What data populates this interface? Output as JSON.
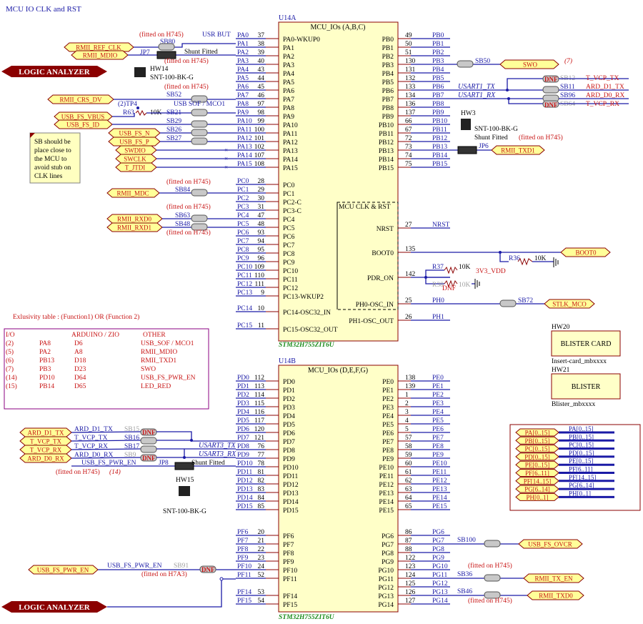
{
  "title": "MCU IO CLK and RST",
  "u14a": {
    "ref": "U14A",
    "name": "MCU_IOs (A,B,C)",
    "part": "STM32H755ZIT6U",
    "clk_rst_label": "MCU CLK & RST",
    "left_pins": [
      {
        "pin": "37",
        "name": "PA0-WKUP0",
        "net": "PA0"
      },
      {
        "pin": "38",
        "name": "PA1",
        "net": "PA1"
      },
      {
        "pin": "39",
        "name": "PA2",
        "net": "PA2"
      },
      {
        "pin": "40",
        "name": "PA3",
        "net": "PA3"
      },
      {
        "pin": "43",
        "name": "PA4",
        "net": "PA4"
      },
      {
        "pin": "44",
        "name": "PA5",
        "net": "PA5"
      },
      {
        "pin": "45",
        "name": "PA6",
        "net": "PA6"
      },
      {
        "pin": "46",
        "name": "PA7",
        "net": "PA7"
      },
      {
        "pin": "97",
        "name": "PA8",
        "net": "PA8"
      },
      {
        "pin": "98",
        "name": "PA9",
        "net": "PA9"
      },
      {
        "pin": "99",
        "name": "PA10",
        "net": "PA10"
      },
      {
        "pin": "100",
        "name": "PA11",
        "net": "PA11"
      },
      {
        "pin": "101",
        "name": "PA12",
        "net": "PA12"
      },
      {
        "pin": "102",
        "name": "PA13",
        "net": "PA13"
      },
      {
        "pin": "107",
        "name": "PA14",
        "net": "PA14"
      },
      {
        "pin": "108",
        "name": "PA15",
        "net": "PA15"
      },
      {
        "pin": "28",
        "name": "PC0",
        "net": "PC0"
      },
      {
        "pin": "29",
        "name": "PC1",
        "net": "PC1"
      },
      {
        "pin": "30",
        "name": "PC2-C",
        "net": "PC2"
      },
      {
        "pin": "31",
        "name": "PC3-C",
        "net": "PC3"
      },
      {
        "pin": "47",
        "name": "PC4",
        "net": "PC4"
      },
      {
        "pin": "48",
        "name": "PC5",
        "net": "PC5"
      },
      {
        "pin": "93",
        "name": "PC6",
        "net": "PC6"
      },
      {
        "pin": "94",
        "name": "PC7",
        "net": "PC7"
      },
      {
        "pin": "95",
        "name": "PC8",
        "net": "PC8"
      },
      {
        "pin": "96",
        "name": "PC9",
        "net": "PC9"
      },
      {
        "pin": "109",
        "name": "PC10",
        "net": "PC10"
      },
      {
        "pin": "110",
        "name": "PC11",
        "net": "PC11"
      },
      {
        "pin": "111",
        "name": "PC12",
        "net": "PC12"
      },
      {
        "pin": "9",
        "name": "PC13-WKUP2",
        "net": "PC13"
      },
      {
        "pin": "10",
        "name": "PC14-OSC32_IN",
        "net": "PC14"
      },
      {
        "pin": "11",
        "name": "PC15-OSC32_OUT",
        "net": "PC15"
      }
    ],
    "right_pins": [
      {
        "pin": "49",
        "name": "PB0",
        "net": "PB0"
      },
      {
        "pin": "50",
        "name": "PB1",
        "net": "PB1"
      },
      {
        "pin": "51",
        "name": "PB2",
        "net": "PB2"
      },
      {
        "pin": "130",
        "name": "PB3",
        "net": "PB3"
      },
      {
        "pin": "131",
        "name": "PB4",
        "net": "PB4"
      },
      {
        "pin": "132",
        "name": "PB5",
        "net": "PB5"
      },
      {
        "pin": "133",
        "name": "PB6",
        "net": "PB6"
      },
      {
        "pin": "134",
        "name": "PB7",
        "net": "PB7"
      },
      {
        "pin": "136",
        "name": "PB8",
        "net": "PB8"
      },
      {
        "pin": "137",
        "name": "PB9",
        "net": "PB9"
      },
      {
        "pin": "66",
        "name": "PB10",
        "net": "PB10"
      },
      {
        "pin": "67",
        "name": "PB11",
        "net": "PB11"
      },
      {
        "pin": "72",
        "name": "PB12",
        "net": "PB12"
      },
      {
        "pin": "73",
        "name": "PB13",
        "net": "PB13"
      },
      {
        "pin": "74",
        "name": "PB14",
        "net": "PB14"
      },
      {
        "pin": "75",
        "name": "PB15",
        "net": "PB15"
      },
      {
        "pin": "27",
        "name": "NRST",
        "net": "NRST"
      },
      {
        "pin": "135",
        "name": "BOOT0",
        "net": ""
      },
      {
        "pin": "142",
        "name": "PDR_ON",
        "net": ""
      },
      {
        "pin": "25",
        "name": "PH0-OSC_IN",
        "net": "PH0"
      },
      {
        "pin": "26",
        "name": "PH1-OSC_OUT",
        "net": "PH1"
      }
    ]
  },
  "u14b": {
    "ref": "U14B",
    "name": "MCU_IOs (D,E,F,G)",
    "part": "STM32H755ZIT6U",
    "left_pins": [
      {
        "pin": "112",
        "name": "PD0",
        "net": "PD0"
      },
      {
        "pin": "113",
        "name": "PD1",
        "net": "PD1"
      },
      {
        "pin": "114",
        "name": "PD2",
        "net": "PD2"
      },
      {
        "pin": "115",
        "name": "PD3",
        "net": "PD3"
      },
      {
        "pin": "116",
        "name": "PD4",
        "net": "PD4"
      },
      {
        "pin": "117",
        "name": "PD5",
        "net": "PD5"
      },
      {
        "pin": "120",
        "name": "PD6",
        "net": "PD6"
      },
      {
        "pin": "121",
        "name": "PD7",
        "net": "PD7"
      },
      {
        "pin": "76",
        "name": "PD8",
        "net": "PD8"
      },
      {
        "pin": "77",
        "name": "PD9",
        "net": "PD9"
      },
      {
        "pin": "78",
        "name": "PD10",
        "net": "PD10"
      },
      {
        "pin": "81",
        "name": "PD11",
        "net": "PD11"
      },
      {
        "pin": "82",
        "name": "PD12",
        "net": "PD12"
      },
      {
        "pin": "83",
        "name": "PD13",
        "net": "PD13"
      },
      {
        "pin": "84",
        "name": "PD14",
        "net": "PD14"
      },
      {
        "pin": "85",
        "name": "PD15",
        "net": "PD15"
      },
      {
        "pin": "20",
        "name": "PF6",
        "net": "PF6"
      },
      {
        "pin": "21",
        "name": "PF7",
        "net": "PF7"
      },
      {
        "pin": "22",
        "name": "PF8",
        "net": "PF8"
      },
      {
        "pin": "23",
        "name": "PF9",
        "net": "PF9"
      },
      {
        "pin": "24",
        "name": "PF10",
        "net": "PF10"
      },
      {
        "pin": "52",
        "name": "PF11",
        "net": "PF11"
      },
      {
        "pin": "53",
        "name": "PF14",
        "net": "PF14"
      },
      {
        "pin": "54",
        "name": "PF15",
        "net": "PF15"
      }
    ],
    "right_pins": [
      {
        "pin": "138",
        "name": "PE0",
        "net": "PE0"
      },
      {
        "pin": "139",
        "name": "PE1",
        "net": "PE1"
      },
      {
        "pin": "1",
        "name": "PE2",
        "net": "PE2"
      },
      {
        "pin": "2",
        "name": "PE3",
        "net": "PE3"
      },
      {
        "pin": "3",
        "name": "PE4",
        "net": "PE4"
      },
      {
        "pin": "4",
        "name": "PE5",
        "net": "PE5"
      },
      {
        "pin": "5",
        "name": "PE6",
        "net": "PE6"
      },
      {
        "pin": "57",
        "name": "PE7",
        "net": "PE7"
      },
      {
        "pin": "58",
        "name": "PE8",
        "net": "PE8"
      },
      {
        "pin": "59",
        "name": "PE9",
        "net": "PE9"
      },
      {
        "pin": "60",
        "name": "PE10",
        "net": "PE10"
      },
      {
        "pin": "61",
        "name": "PE11",
        "net": "PE11"
      },
      {
        "pin": "62",
        "name": "PE12",
        "net": "PE12"
      },
      {
        "pin": "63",
        "name": "PE13",
        "net": "PE13"
      },
      {
        "pin": "64",
        "name": "PE14",
        "net": "PE14"
      },
      {
        "pin": "65",
        "name": "PE15",
        "net": "PE15"
      },
      {
        "pin": "86",
        "name": "PG6",
        "net": "PG6"
      },
      {
        "pin": "87",
        "name": "PG7",
        "net": "PG7"
      },
      {
        "pin": "88",
        "name": "PG8",
        "net": "PG8"
      },
      {
        "pin": "122",
        "name": "PG9",
        "net": "PG9"
      },
      {
        "pin": "123",
        "name": "PG10",
        "net": "PG10"
      },
      {
        "pin": "124",
        "name": "PG11",
        "net": "PG11"
      },
      {
        "pin": "125",
        "name": "PG12",
        "net": "PG12"
      },
      {
        "pin": "126",
        "name": "PG13",
        "net": "PG13"
      },
      {
        "pin": "127",
        "name": "PG14",
        "net": "PG14"
      }
    ]
  },
  "top_left": {
    "fitted_h745_1": "(fitted on H745)",
    "usr_but": "USR BUT",
    "sb80": "SB80",
    "jp7": "JP7",
    "shunt_fitted": "Shunt Fitted",
    "fitted_h745_2": "(fitted on H745)",
    "hw14": "HW14",
    "hw14_part": "SNT-100-BK-G",
    "fitted_h745_3": "(fitted on H745)",
    "sb52": "SB52",
    "usb_sof": "USB SOF / MCO1",
    "tp4": "(2)TP4",
    "r63": "R63",
    "r63_val": "10K",
    "sb21": "SB21",
    "sb29": "SB29",
    "sb26": "SB26",
    "sb27": "SB27",
    "flags": [
      "RMII_REF_CLK",
      "RMII_MDIO",
      "RMII_CRS_DV",
      "USB_FS_VBUS",
      "USB_FS_ID",
      "USB_FS_N",
      "USB_FS_P",
      "SWDIO",
      "SWCLK",
      "T_JTDI"
    ],
    "logic_analyzer": "LOGIC ANALYZER",
    "note": [
      "SB should be",
      "place close to",
      "the MCU to",
      "avoid stub on",
      "CLK lines"
    ]
  },
  "pc_side": {
    "fitted_h745_pc0": "(fitted on H745)",
    "sb84": "SB84",
    "rmii_mdc": "RMII_MDC",
    "fitted_h745_pc3": "(fitted on H745)",
    "sb63": "SB63",
    "sb48": "SB48",
    "rmii_rxd0": "RMII_RXD0",
    "rmii_rxd1": "RMII_RXD1",
    "fitted_h745_pc5": "(fitted on H745)"
  },
  "pb_side": {
    "sb50": "SB50",
    "swo": "SWO",
    "seven": "(7)",
    "dnf": "DNF",
    "sb12": "SB12",
    "sb11": "SB11",
    "sb96": "SB96",
    "sb64": "SB64",
    "usart1_tx": "USART1_TX",
    "usart1_rx": "USART1_RX",
    "t_vcp_tx": "T_VCP_TX",
    "ard_d1_tx": "ARD_D1_TX",
    "ard_d0_rx": "ARD_D0_RX",
    "t_vcp_rx": "T_VCP_RX",
    "hw3": "HW3",
    "hw3_part": "SNT-100-BK-G",
    "shunt_fitted": "Shunt Fitted",
    "fitted_h745": "(fitted on H745)",
    "jp6": "JP6",
    "rmii_txd1": "RMII_TXD1"
  },
  "clk_side": {
    "r36": "R36",
    "r36_val": "10K",
    "boot0": "BOOT0",
    "r37": "R37",
    "r37_val": "10K",
    "v3v3": "3V3_VDD",
    "r38": "R38",
    "r38_val": "10K",
    "dnf": "DNF",
    "sb72": "SB72",
    "stlk_mco": "STLK_MCO"
  },
  "excl_table": {
    "title": "Exlusivity table : (Function1) OR (Function 2)",
    "headers": [
      "I/O",
      "ARDUINO / ZIO",
      "OTHER"
    ],
    "rows": [
      [
        "(2)",
        "PA8",
        "D6",
        "USB_SOF / MCO1"
      ],
      [
        "(5)",
        "PA2",
        "A8",
        "RMII_MDIO"
      ],
      [
        "(6)",
        "PB13",
        "D18",
        "RMII_TXD1"
      ],
      [
        "(7)",
        "PB3",
        "D23",
        "SWO"
      ],
      [
        "(14)",
        "PD10",
        "D64",
        "USB_FS_PWR_EN"
      ],
      [
        "(15)",
        "PB14",
        "D65",
        "LED_RED"
      ]
    ]
  },
  "hw_right": {
    "hw20": "HW20",
    "blister_card": "BLISTER CARD",
    "hw20_part": "Insert-card_mbxxxx",
    "hw21": "HW21",
    "blister": "BLISTER",
    "hw21_part": "Blister_mbxxxx"
  },
  "bus_box": {
    "left": [
      "PA[0..15]",
      "PB[0..15]",
      "PC[0..15]",
      "PD[0..15]",
      "PE[0..15]",
      "PF[6..11]",
      "PF[14..15]",
      "PG[6..14]",
      "PH[0..1]"
    ],
    "right": [
      "PA[0..15]",
      "PB[0..15]",
      "PC[0..15]",
      "PD[0..15]",
      "PE[0..15]",
      "PF[6..11]",
      "PF[14..15]",
      "PG[6..14]",
      "PH[0..1]"
    ]
  },
  "pd_side": {
    "ard_d1_tx_flag": "ARD_D1_TX",
    "t_vcp_tx_flag": "T_VCP_TX",
    "t_vcp_rx_flag": "T_VCP_RX",
    "ard_d0_rx_flag": "ARD_D0_RX",
    "ard_d1_tx": "ARD_D1_TX",
    "t_vcp_tx": "T_VCP_TX",
    "t_vcp_rx": "T_VCP_RX",
    "ard_d0_rx": "ARD_D0_RX",
    "sb15": "SB15",
    "sb16": "SB16",
    "sb17": "SB17",
    "sb9": "SB9",
    "dnf": "DNF",
    "usart3_tx": "USART3_TX",
    "usart3_rx": "USART3_RX",
    "usb_fs_pwr_en": "USB_FS_PWR_EN",
    "jp8": "JP8",
    "shunt_fitted": "Shunt Fitted",
    "fitted_note": "(fitted on H745)",
    "fourteen": "(14)",
    "hw15": "HW15",
    "hw15_part": "SNT-100-BK-G"
  },
  "pf_side": {
    "usb_fs_pwr_en_flag": "USB_FS_PWR_EN",
    "usb_fs_pwr_en": "USB_FS_PWR_EN",
    "sb91": "SB91",
    "dnf": "DNF",
    "fitted_h7a3": "(fitted on H7A3)",
    "logic_analyzer": "LOGIC ANALYZER"
  },
  "pg_side": {
    "sb100": "SB100",
    "usb_fs_ovcr": "USB_FS_OVCR",
    "fitted_h745_1": "(fitted on H745)",
    "sb36": "SB36",
    "rmii_tx_en": "RMII_TX_EN",
    "sb46": "SB46",
    "rmii_txd0": "RMII_TXD0",
    "fitted_h745_2": "(fitted on H745)"
  },
  "colors": {
    "wire": "#1a1aa6",
    "label": "#c81414",
    "chip_fill": "#ffffc8",
    "flag_fill": "#ffff99",
    "analyzer": "#8b0000",
    "part": "#1a8a1a"
  }
}
